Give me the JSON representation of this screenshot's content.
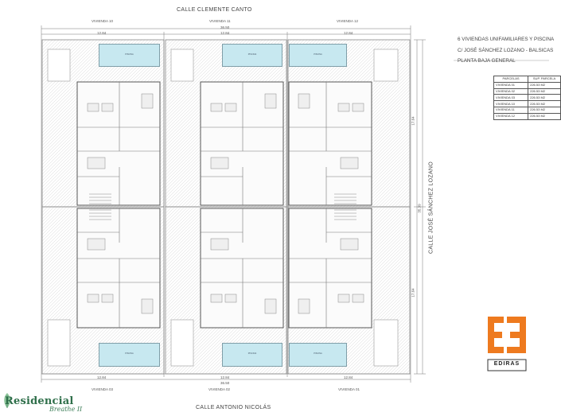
{
  "streets": {
    "north": "CALLE CLEMENTE CANTO",
    "south": "CALLE ANTONIO NICOLÁS",
    "east": "CALLE JOSÉ SÁNCHEZ LOZANO"
  },
  "plots_top": [
    "VIVIENDA 10",
    "VIVIENDA 11",
    "VIVIENDA 12"
  ],
  "plots_bottom": [
    "VIVIENDA 03",
    "VIVIENDA 02",
    "VIVIENDA 01"
  ],
  "dimensions": {
    "total_width": "36.50",
    "plot_width": "12.84",
    "total_depth": "35.39",
    "half_depth": "17.64"
  },
  "project": {
    "line1": "6 VIVIENDAS UNIFAMILIARES Y PISCINA",
    "line2": "C/ JOSÉ SÁNCHEZ LOZANO - BALSICAS",
    "line3": "PLANTA BAJA GENERAL"
  },
  "parcel_table": {
    "headers": [
      "PARCELAS",
      "SUP. PARCELA"
    ],
    "rows": [
      [
        "VIVIENDA 01",
        "226.53 M2"
      ],
      [
        "VIVIENDA 02",
        "226.53 M2"
      ],
      [
        "VIVIENDA 03",
        "226.53 M2"
      ],
      [
        "VIVIENDA 10",
        "226.53 M2"
      ],
      [
        "VIVIENDA 11",
        "226.53 M2"
      ],
      [
        "VIVIENDA 12",
        "226.53 M2"
      ]
    ]
  },
  "pool_label": "PISCINA",
  "logo": {
    "text": "EDIRAS",
    "accent": "#ee7a1f"
  },
  "brand": {
    "name": "Residencial",
    "tagline": "Breathe II"
  }
}
